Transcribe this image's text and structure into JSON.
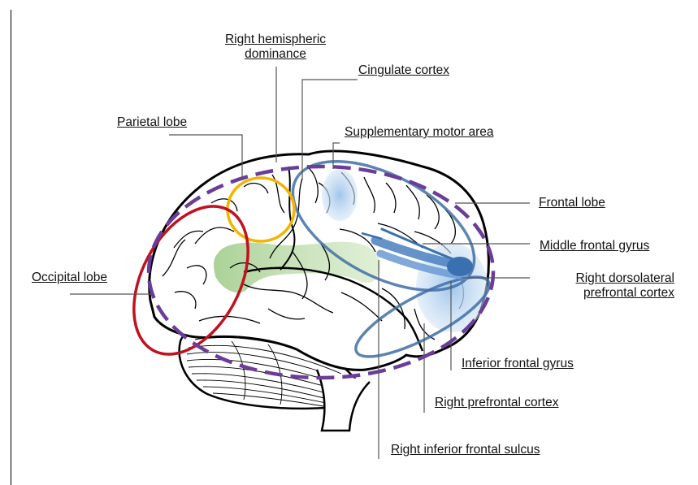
{
  "labels": {
    "right_hemispheric_dominance": [
      "Right hemispheric",
      "dominance"
    ],
    "cingulate_cortex": "Cingulate cortex",
    "parietal_lobe": "Parietal lobe",
    "supplementary_motor_area": "Supplementary motor area",
    "frontal_lobe": "Frontal lobe",
    "middle_frontal_gyrus": "Middle frontal gyrus",
    "right_dlpfc": [
      "Right dorsolateral",
      "prefrontal cortex"
    ],
    "occipital_lobe": "Occipital lobe",
    "inferior_frontal_gyrus": "Inferior frontal gyrus",
    "right_prefrontal_cortex": "Right prefrontal cortex",
    "right_inferior_frontal_sulcus": "Right inferior frontal sulcus"
  },
  "colors": {
    "hemisphere_dash": "#6a3d9a",
    "occipital": "#c0111f",
    "parietal": "#f4b400",
    "frontal_outline": "#3f6fa6",
    "frontal_fill": "#b8d3ee",
    "green_tract": "#a8cf8e",
    "leader": "#555555"
  }
}
